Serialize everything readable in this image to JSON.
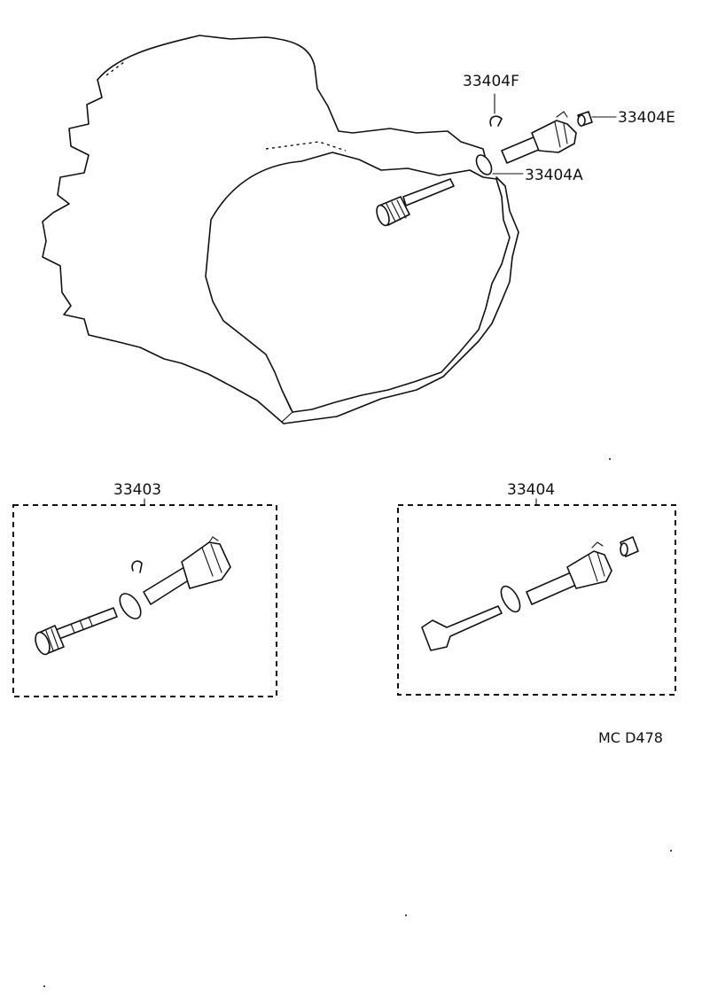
{
  "labels": {
    "clip": "33404F",
    "cap": "33404E",
    "oring": "33404A",
    "kit_left": "33403",
    "kit_right": "33404",
    "figure_code": "MC  D478"
  },
  "colors": {
    "ink": "#111111",
    "paper": "#ffffff"
  }
}
